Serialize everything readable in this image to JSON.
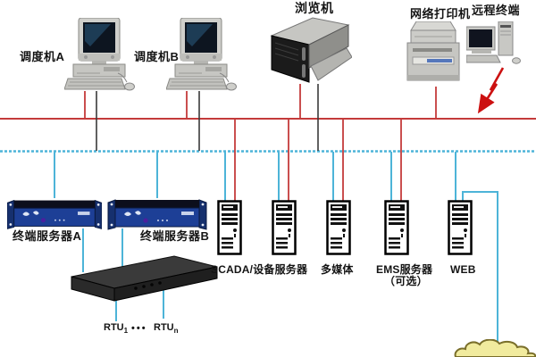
{
  "diagram": {
    "type": "network-architecture-diagram",
    "labels": {
      "dispatcher_a": "调度机A",
      "dispatcher_b": "调度机B",
      "browser": "浏览机",
      "printer": "网络打印机",
      "remote_terminal": "远程终端",
      "terminal_server_a": "终端服务器A",
      "terminal_server_b": "终端服务器B",
      "scada_server": "SCADA/设备服务器",
      "multimedia": "多媒体",
      "ems_server": "EMS服务器",
      "ems_server_note": "（可选）",
      "web_server": "WEB",
      "rtu_first_base": "RTU",
      "rtu_first_sub": "1",
      "rtu_ellipsis": "•••",
      "rtu_last_base": "RTU",
      "rtu_last_sub": "n"
    },
    "colors": {
      "bus_red": "#c43b3b",
      "bus_cyan": "#4db4d8",
      "line_black": "#3a3a3a",
      "arrow_red": "#cc1111",
      "rack_blue": "#1d3f96",
      "cloud_fill": "#f1eb9e",
      "cloud_stroke": "#7a6f2b"
    }
  }
}
